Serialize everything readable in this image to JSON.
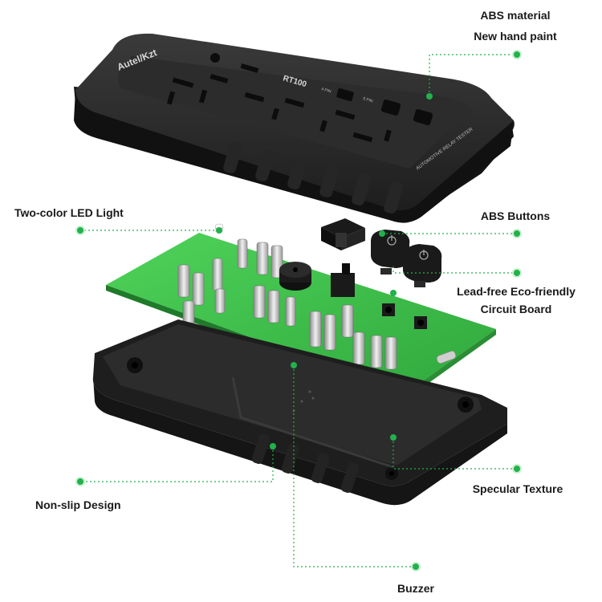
{
  "accent_color": "#22b14c",
  "board_color": "#3ec84a",
  "case_color": "#2a2a2a",
  "top_cover": {
    "brand": "Autel/Kzt",
    "model": "RT100",
    "pin_labels": [
      "4 PIN",
      "5 PIN"
    ],
    "side_text": "AUTOMOTIVE RELAY TESTER"
  },
  "callouts": {
    "abs_material_line1": "ABS material",
    "abs_material_line2": "New hand paint",
    "led_light": "Two-color LED Light",
    "abs_buttons": "ABS Buttons",
    "circuit_board_line1": "Lead-free Eco-friendly",
    "circuit_board_line2": "Circuit Board",
    "specular_texture": "Specular Texture",
    "non_slip": "Non-slip Design",
    "buzzer": "Buzzer"
  },
  "icons": {
    "power": "power-icon",
    "dot": "callout-dot-icon"
  }
}
